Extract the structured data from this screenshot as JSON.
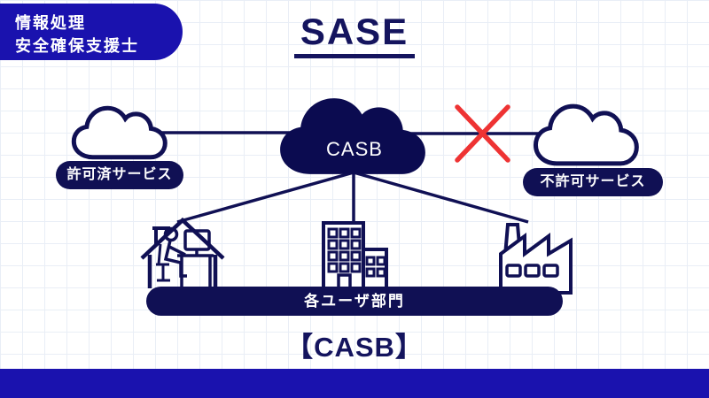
{
  "badge": {
    "line1": "情報処理",
    "line2": "安全確保支援士"
  },
  "title": "SASE",
  "diagram": {
    "casb_cloud_label": "CASB",
    "approved_label": "許可済サービス",
    "blocked_label": "不許可サービス",
    "users_label": "各ユーザ部門"
  },
  "caption": "【CASB】",
  "icons": {
    "approved_cloud": "cloud-outline-icon",
    "casb_cloud": "cloud-filled-icon",
    "blocked_cloud": "cloud-outline-icon",
    "blocked_mark": "red-x-icon",
    "user_sites": [
      "house-remote-work-icon",
      "office-building-icon",
      "factory-icon"
    ]
  },
  "colors": {
    "accent_blue": "#1a12ae",
    "navy_text": "#14145e",
    "cloud_navy": "#0b0b50",
    "shape_navy": "#101054",
    "blocked_red": "#ee3333",
    "grid_line": "#e9eef6"
  }
}
